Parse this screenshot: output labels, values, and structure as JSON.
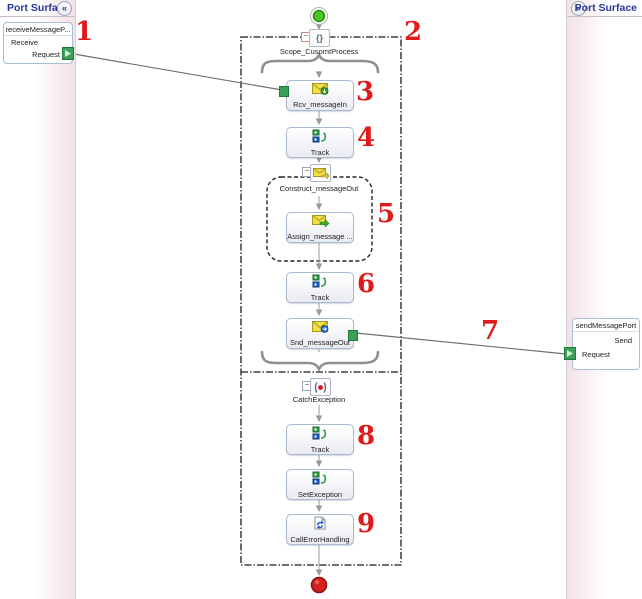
{
  "left_panel": {
    "title": "Port Surface",
    "collapse_glyph": "«",
    "port": {
      "name": "receiveMessageP...",
      "operation": "Receive",
      "message": "Request"
    }
  },
  "right_panel": {
    "title": "Port Surface",
    "collapse_glyph": "»",
    "port": {
      "name": "sendMessagePort",
      "operation": "Send",
      "message": "Request"
    }
  },
  "flow": {
    "scope_label": "Scope_CusomtProcess",
    "scope_glyph": "{}",
    "receive_label": "Rcv_messageIn",
    "track1_label": "Track",
    "construct_label": "Construct_messageOut",
    "assign_label": "Assign_message ...",
    "track2_label": "Track",
    "send_label": "Snd_messageOut",
    "catch_label": "CatchException",
    "track3_label": "Track",
    "setexception_label": "SetException",
    "callerror_label": "CallErrorHandling",
    "collapse_glyph": "−"
  },
  "annotations": [
    "1",
    "2",
    "3",
    "4",
    "5",
    "6",
    "7",
    "8",
    "9"
  ],
  "colors": {
    "annotation": "#e01a1a",
    "header_text": "#26379c",
    "connector": "#707070",
    "scope_border": "#1a1a1a",
    "port_anchor_green": "#3da05a"
  }
}
